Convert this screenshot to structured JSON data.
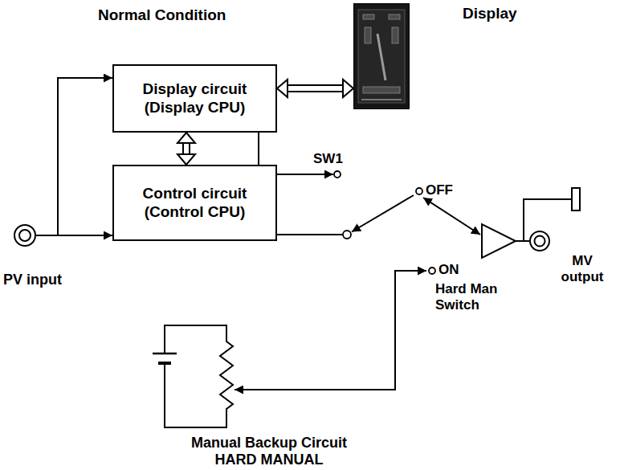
{
  "diagram": {
    "title": "Normal Condition",
    "nodes": [
      {
        "text": [
          "Display circuit",
          "(Display CPU)"
        ]
      },
      {
        "text": [
          "Control circuit",
          "(Control CPU)"
        ]
      },
      {
        "text": [
          "Display"
        ]
      },
      {
        "text": [
          "PV input"
        ]
      },
      {
        "text": [
          "SW1"
        ]
      },
      {
        "text": [
          "OFF"
        ]
      },
      {
        "text": [
          "ON"
        ]
      },
      {
        "text": [
          "MV output"
        ]
      }
    ],
    "edges": [
      {
        "from": 3,
        "to": 0,
        "arrow": "to"
      },
      {
        "from": 3,
        "to": 1,
        "arrow": "to"
      },
      {
        "from": 0,
        "to": 2,
        "arrow": "both"
      },
      {
        "from": 0,
        "to": 1,
        "arrow": "both"
      },
      {
        "from": 0,
        "to": 4,
        "arrow": "to"
      }
    ],
    "labels": [
      "Hard Man Switch",
      "Manual Backup Circuit",
      "HARD MANUAL"
    ]
  }
}
